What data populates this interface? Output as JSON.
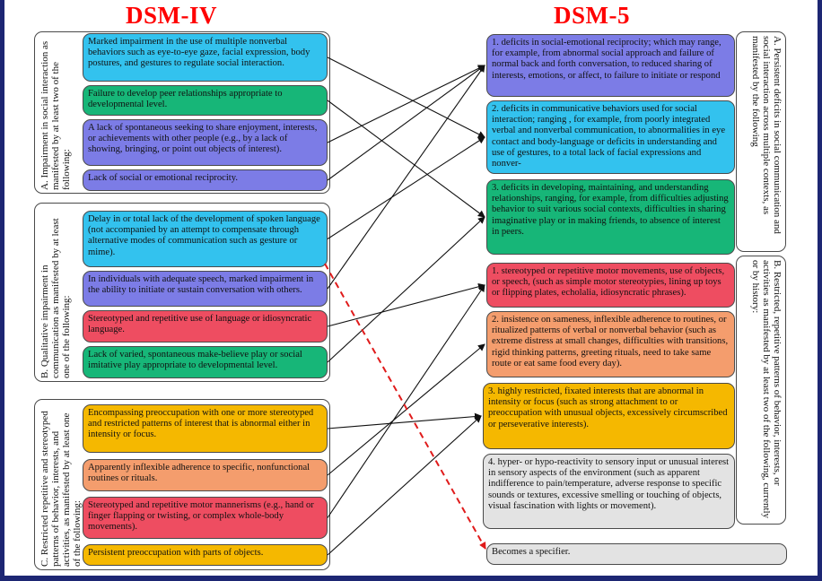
{
  "titles": {
    "left": "DSM-IV",
    "right": "DSM-5"
  },
  "colors": {
    "blue": "#33c2ee",
    "green": "#17b678",
    "purple": "#7c7ce6",
    "red": "#ee4d61",
    "orange": "#f49d6d",
    "yellow": "#f5b800",
    "gray": "#e3e3e3",
    "border": "#4a4a4a",
    "title": "#ff0000",
    "frame": "#1d2673"
  },
  "dsm4": {
    "groups": [
      {
        "label": "A. Impairment in social interaction as manifested by at least two of the following:"
      },
      {
        "label": "B. Qualitative impairment in communication as manifested by at least one of the following:"
      },
      {
        "label": "C. Restricted repetitive and stereotyped patterns of behavior, interests, and activities, as manifested by at least one of the following:"
      }
    ],
    "items": [
      {
        "text": "Marked impairment in the use of multiple nonverbal behaviors such as eye-to-eye gaze, facial expression, body postures, and gestures to regulate social interaction.",
        "color": "#33c2ee"
      },
      {
        "text": "Failure to develop peer relationships appropriate to developmental level.",
        "color": "#17b678"
      },
      {
        "text": "A lack of spontaneous seeking to share enjoyment, interests, or achievements with other people (e.g., by a lack of showing, bringing, or point out objects of interest).",
        "color": "#7c7ce6"
      },
      {
        "text": "Lack of social or emotional reciprocity.",
        "color": "#7c7ce6"
      },
      {
        "text": "Delay in or total lack of the development of spoken language (not accompanied by an attempt to compensate through alternative modes of communication such as gesture or mime).",
        "color": "#33c2ee"
      },
      {
        "text": "In individuals with adequate speech, marked impairment in the ability to initiate or sustain conversation with others.",
        "color": "#7c7ce6"
      },
      {
        "text": "Stereotyped and repetitive use of language or idiosyncratic language.",
        "color": "#ee4d61"
      },
      {
        "text": "Lack of varied, spontaneous make-believe play or social imitative play appropriate to developmental level.",
        "color": "#17b678"
      },
      {
        "text": "Encompassing preoccupation with one or more stereotyped and restricted patterns of interest that is abnormal either in intensity or focus.",
        "color": "#f5b800"
      },
      {
        "text": "Apparently inflexible adherence to specific, nonfunctional routines or rituals.",
        "color": "#f49d6d"
      },
      {
        "text": "Stereotyped and repetitive motor mannerisms (e.g., hand or finger flapping or twisting, or complex whole-body movements).",
        "color": "#ee4d61"
      },
      {
        "text": "Persistent preoccupation with parts of objects.",
        "color": "#f5b800"
      }
    ]
  },
  "dsm5": {
    "groups": [
      {
        "label": "A. Persistent deficits in social communication and social interaction across multiple contexts, as manifested by the following"
      },
      {
        "label": "B. Restricted, repetitive patterns of behavior, interests, or activities as manifested by at least two of the following, currently or by history:"
      }
    ],
    "items": [
      {
        "text": "1. deficits in social-emotional reciprocity; which may range, for example, from abnormal social approach and failure of normal back and forth conversation, to reduced sharing of interests, emotions, or affect, to failure to initiate or respond",
        "color": "#7c7ce6"
      },
      {
        "text": "2. deficits in communicative behaviors used for social interaction; ranging , for example, from poorly integrated verbal and nonverbal communication, to abnormalities in eye contact and body-language or deficits in understanding and use of gestures, to a total lack of facial expressions and nonver-",
        "color": "#33c2ee"
      },
      {
        "text": "3. deficits in developing, maintaining, and understanding relationships, ranging, for example, from difficulties adjusting behavior to suit various social contexts, difficulties in sharing imaginative play or in making friends, to absence of interest in peers.",
        "color": "#17b678"
      },
      {
        "text": "1. stereotyped or repetitive motor movements, use of objects, or speech, (such as simple motor stereotypies, lining up toys or flipping plates, echolalia, idiosyncratic phrases).",
        "color": "#ee4d61"
      },
      {
        "text": "2. insistence on sameness, inflexible adherence to routines, or ritualized patterns of verbal or nonverbal behavior (such as extreme distress at small changes, difficulties with transitions, rigid thinking patterns, greeting rituals, need to take same route or eat same food every day).",
        "color": "#f49d6d"
      },
      {
        "text": "3. highly restricted, fixated interests that are abnormal in intensity or focus (such as strong attachment to or preoccupation with unusual objects, excessively circumscribed or perseverative interests).",
        "color": "#f5b800"
      },
      {
        "text": "4. hyper- or hypo-reactivity to sensory input or unusual interest in sensory aspects of the environment (such as apparent indifference to pain/temperature, adverse response to specific sounds or textures, excessive smelling or touching of objects, visual fascination with lights or movement).",
        "color": "#e3e3e3"
      },
      {
        "text": "Becomes a specifier.",
        "color": "#e3e3e3"
      }
    ]
  },
  "links": [
    {
      "from": 0,
      "to": 1
    },
    {
      "from": 1,
      "to": 2
    },
    {
      "from": 2,
      "to": 0
    },
    {
      "from": 3,
      "to": 0
    },
    {
      "from": 4,
      "to": 1
    },
    {
      "from": 5,
      "to": 0
    },
    {
      "from": 6,
      "to": 3
    },
    {
      "from": 7,
      "to": 2
    },
    {
      "from": 8,
      "to": 5
    },
    {
      "from": 9,
      "to": 4
    },
    {
      "from": 10,
      "to": 3
    },
    {
      "from": 11,
      "to": 5
    },
    {
      "from": 4,
      "to": 7,
      "style": "dashed-red"
    }
  ]
}
